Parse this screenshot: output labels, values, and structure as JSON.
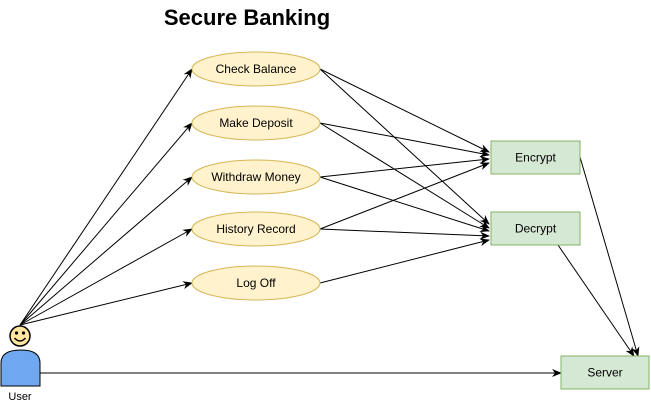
{
  "title": "Secure Banking",
  "colors": {
    "usecase_fill": "#fff2cc",
    "usecase_stroke": "#d6b656",
    "component_fill": "#d5e8d4",
    "component_stroke": "#82b366",
    "actor_face": "#ffe6a0",
    "actor_body": "#6fa8f0",
    "edge": "#000000"
  },
  "actor": {
    "label": "User",
    "icon": "smiley-person-icon"
  },
  "use_cases": [
    {
      "id": "check-balance",
      "label": "Check Balance"
    },
    {
      "id": "make-deposit",
      "label": "Make Deposit"
    },
    {
      "id": "withdraw-money",
      "label": "Withdraw Money"
    },
    {
      "id": "history-record",
      "label": "History Record"
    },
    {
      "id": "log-off",
      "label": "Log Off"
    }
  ],
  "components": [
    {
      "id": "encrypt",
      "label": "Encrypt"
    },
    {
      "id": "decrypt",
      "label": "Decrypt"
    },
    {
      "id": "server",
      "label": "Server"
    }
  ],
  "connections": [
    {
      "from": "user",
      "to": "check-balance"
    },
    {
      "from": "user",
      "to": "make-deposit"
    },
    {
      "from": "user",
      "to": "withdraw-money"
    },
    {
      "from": "user",
      "to": "history-record"
    },
    {
      "from": "user",
      "to": "log-off"
    },
    {
      "from": "user",
      "to": "server"
    },
    {
      "from": "check-balance",
      "to": "encrypt"
    },
    {
      "from": "check-balance",
      "to": "decrypt"
    },
    {
      "from": "make-deposit",
      "to": "encrypt"
    },
    {
      "from": "make-deposit",
      "to": "decrypt"
    },
    {
      "from": "withdraw-money",
      "to": "encrypt"
    },
    {
      "from": "withdraw-money",
      "to": "decrypt"
    },
    {
      "from": "history-record",
      "to": "encrypt"
    },
    {
      "from": "history-record",
      "to": "decrypt"
    },
    {
      "from": "log-off",
      "to": "decrypt"
    },
    {
      "from": "encrypt",
      "to": "server"
    },
    {
      "from": "decrypt",
      "to": "server"
    }
  ]
}
